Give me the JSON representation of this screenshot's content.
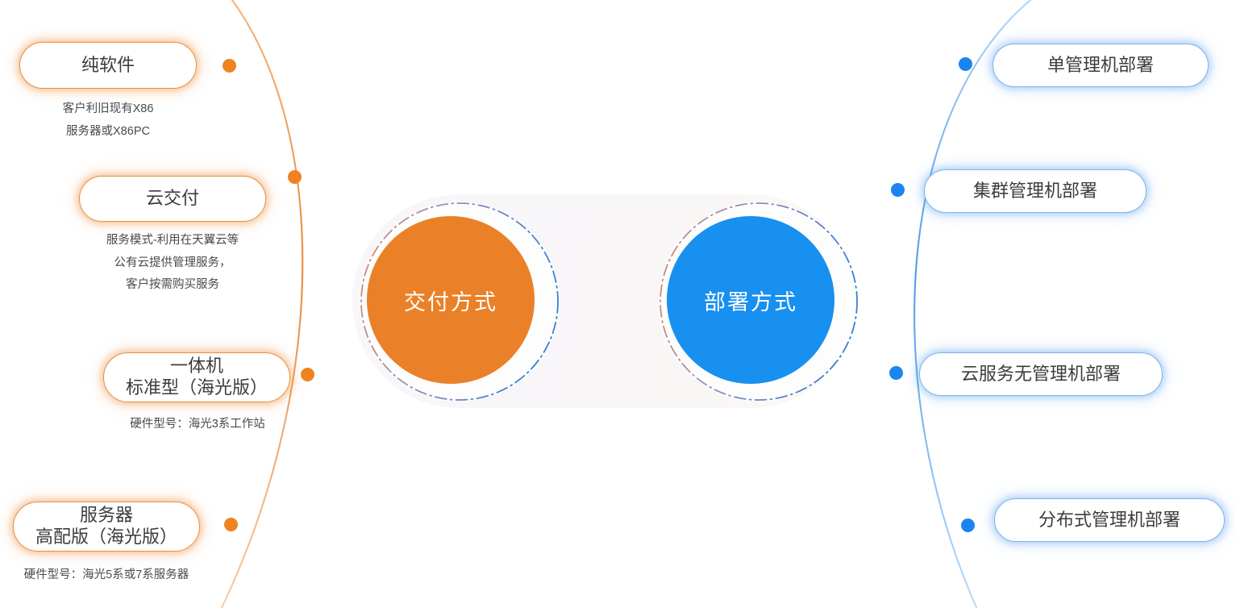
{
  "center": {
    "left_circle": {
      "label": "交付方式",
      "color": "#ea8128"
    },
    "right_circle": {
      "label": "部署方式",
      "color": "#1890f0"
    }
  },
  "left_branch": {
    "accent": "#ef8321",
    "items": [
      {
        "title_line1": "纯软件",
        "title_line2": "",
        "subtitle_lines": [
          "客户利旧现有X86",
          "服务器或X86PC"
        ]
      },
      {
        "title_line1": "云交付",
        "title_line2": "",
        "subtitle_lines": [
          "服务模式-利用在天翼云等",
          "公有云提供管理服务，",
          "客户按需购买服务"
        ]
      },
      {
        "title_line1": "一体机",
        "title_line2": "标准型（海光版）",
        "subtitle_lines": [
          "硬件型号：海光3系工作站"
        ]
      },
      {
        "title_line1": "服务器",
        "title_line2": "高配版（海光版）",
        "subtitle_lines": [
          "硬件型号：海光5系或7系服务器"
        ]
      }
    ]
  },
  "right_branch": {
    "accent": "#1a85f0",
    "items": [
      {
        "title_line1": "单管理机部署",
        "title_line2": "",
        "subtitle_lines": []
      },
      {
        "title_line1": "集群管理机部署",
        "title_line2": "",
        "subtitle_lines": []
      },
      {
        "title_line1": "云服务无管理机部署",
        "title_line2": "",
        "subtitle_lines": []
      },
      {
        "title_line1": "分布式管理机部署",
        "title_line2": "",
        "subtitle_lines": []
      }
    ]
  }
}
